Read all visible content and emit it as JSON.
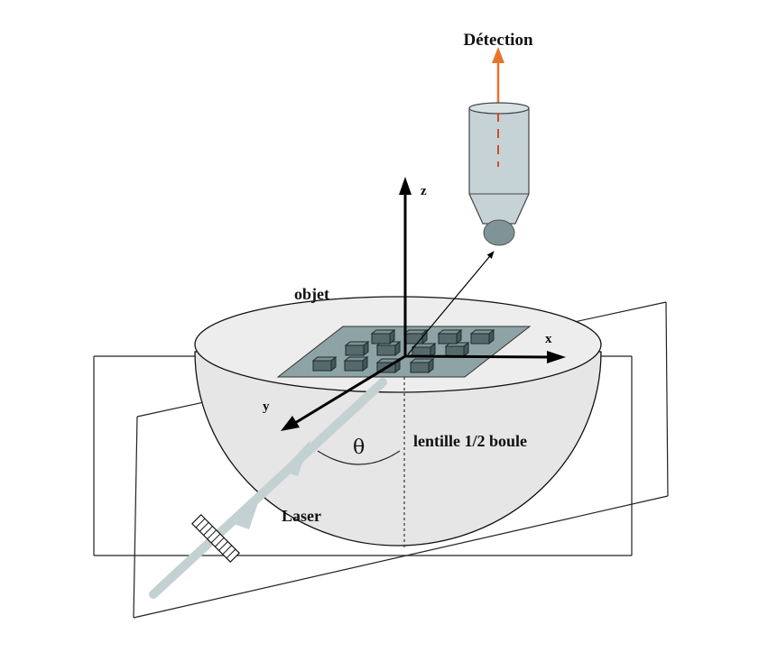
{
  "labels": {
    "detection": "Détection",
    "z_axis": "z",
    "x_axis": "x",
    "y_axis": "y",
    "object": "objet",
    "lens": "lentille 1/2 boule",
    "theta": "θ",
    "laser": "Laser"
  },
  "colors": {
    "detection_arrow": "#e8742c",
    "optical_axis": "#d24a2a",
    "objective_fill": "#c6d3d6",
    "sample_plate": "#8ea3a6",
    "cube": "#566a6e",
    "lens_fill": "#e6e6e6",
    "laser_beam": "#c3d1d3"
  }
}
